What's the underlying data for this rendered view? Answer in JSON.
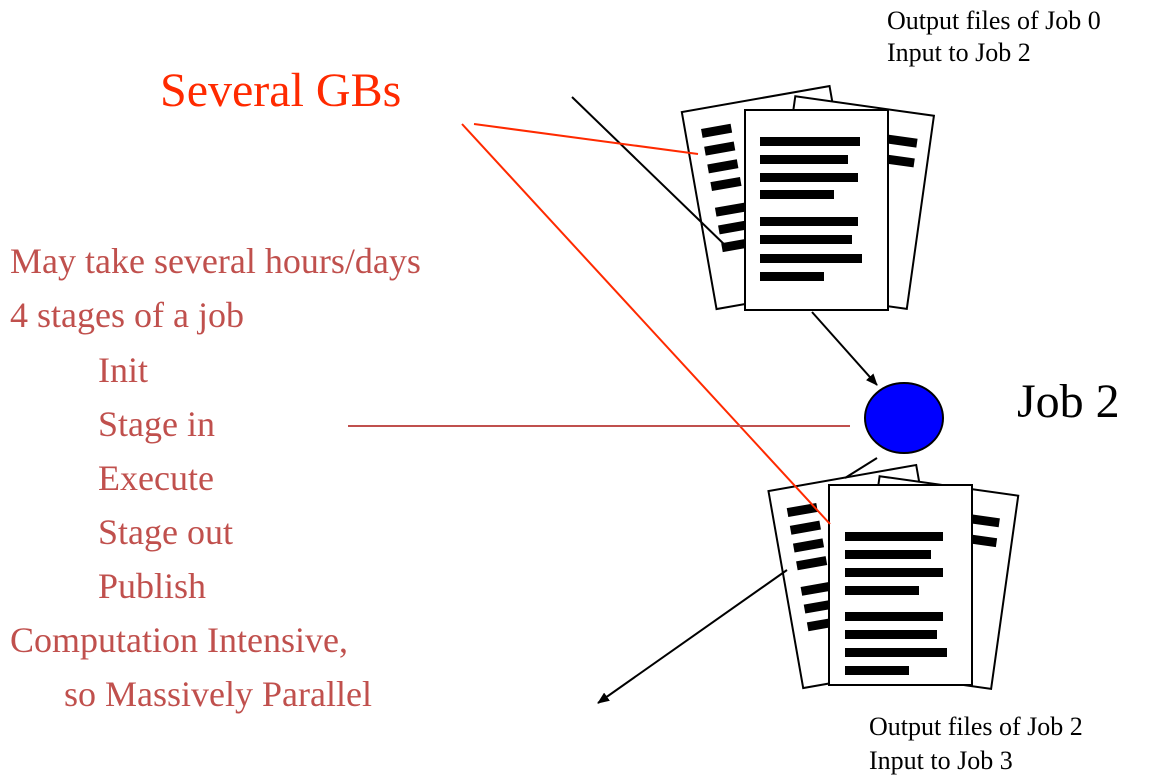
{
  "top_label": {
    "line1": "Output files of Job 0",
    "line2": "Input to Job 2"
  },
  "bottom_label": {
    "line1": "Output files of Job 2",
    "line2": "Input to Job 3"
  },
  "size_note": "Several GBs",
  "job": {
    "name": "Job 2",
    "node_color": "#0000ff"
  },
  "description": {
    "duration": "May take several hours/days",
    "stages_heading": "4 stages of a job",
    "stages": [
      "Init",
      "Stage in",
      "Execute",
      "Stage out",
      "Publish"
    ],
    "computation_1": "Computation Intensive,",
    "computation_2": "so Massively Parallel"
  },
  "colors": {
    "annotation_red": "#ff2a00",
    "description_text": "#c0504d",
    "connector_line": "#c0504d"
  }
}
